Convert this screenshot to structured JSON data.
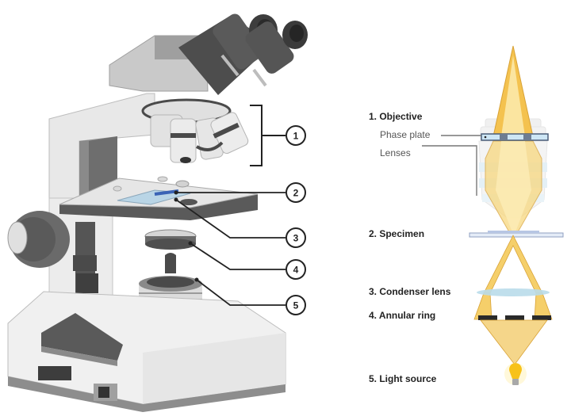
{
  "title": "Phase contrast microscope diagram",
  "callouts": [
    "1",
    "2",
    "3",
    "4",
    "5"
  ],
  "labels": {
    "objective": "1. Objective",
    "phase_plate": "Phase plate",
    "lenses": "Lenses",
    "specimen": "2. Specimen",
    "condenser": "3. Condenser lens",
    "annular_ring": "4. Annular ring",
    "light_source": "5. Light source"
  },
  "colors": {
    "light_beam": "#f5c85a",
    "light_core": "#fff3c4",
    "lens_blue": "#bfe0ee",
    "annular_black": "#2a2a2a",
    "bulb_yellow": "#f7c21a",
    "microscope_dark": "#4a4a4a",
    "microscope_mid": "#8c8c8c",
    "microscope_light": "#e6e6e6"
  }
}
